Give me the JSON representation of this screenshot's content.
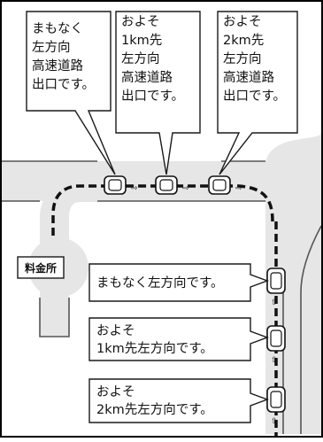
{
  "top_messages": [
    {
      "lines": [
        "まもなく",
        "左方向",
        "高速道路",
        "出口です。"
      ]
    },
    {
      "lines": [
        "およそ",
        "1km先",
        "左方向",
        "高速道路",
        "出口です。"
      ]
    },
    {
      "lines": [
        "およそ",
        "2km先",
        "左方向",
        "高速道路",
        "出口です。"
      ]
    }
  ],
  "right_messages": [
    {
      "lines": [
        "まもなく左方向です。"
      ]
    },
    {
      "lines": [
        "およそ",
        "1km先左方向です。"
      ]
    },
    {
      "lines": [
        "およそ",
        "2km先左方向です。"
      ]
    }
  ],
  "tollgate_label": "料金所",
  "colors": {
    "road": "#e6e6e6",
    "route": "#111111",
    "outline": "#1a1a1a",
    "frame": "#000000"
  }
}
